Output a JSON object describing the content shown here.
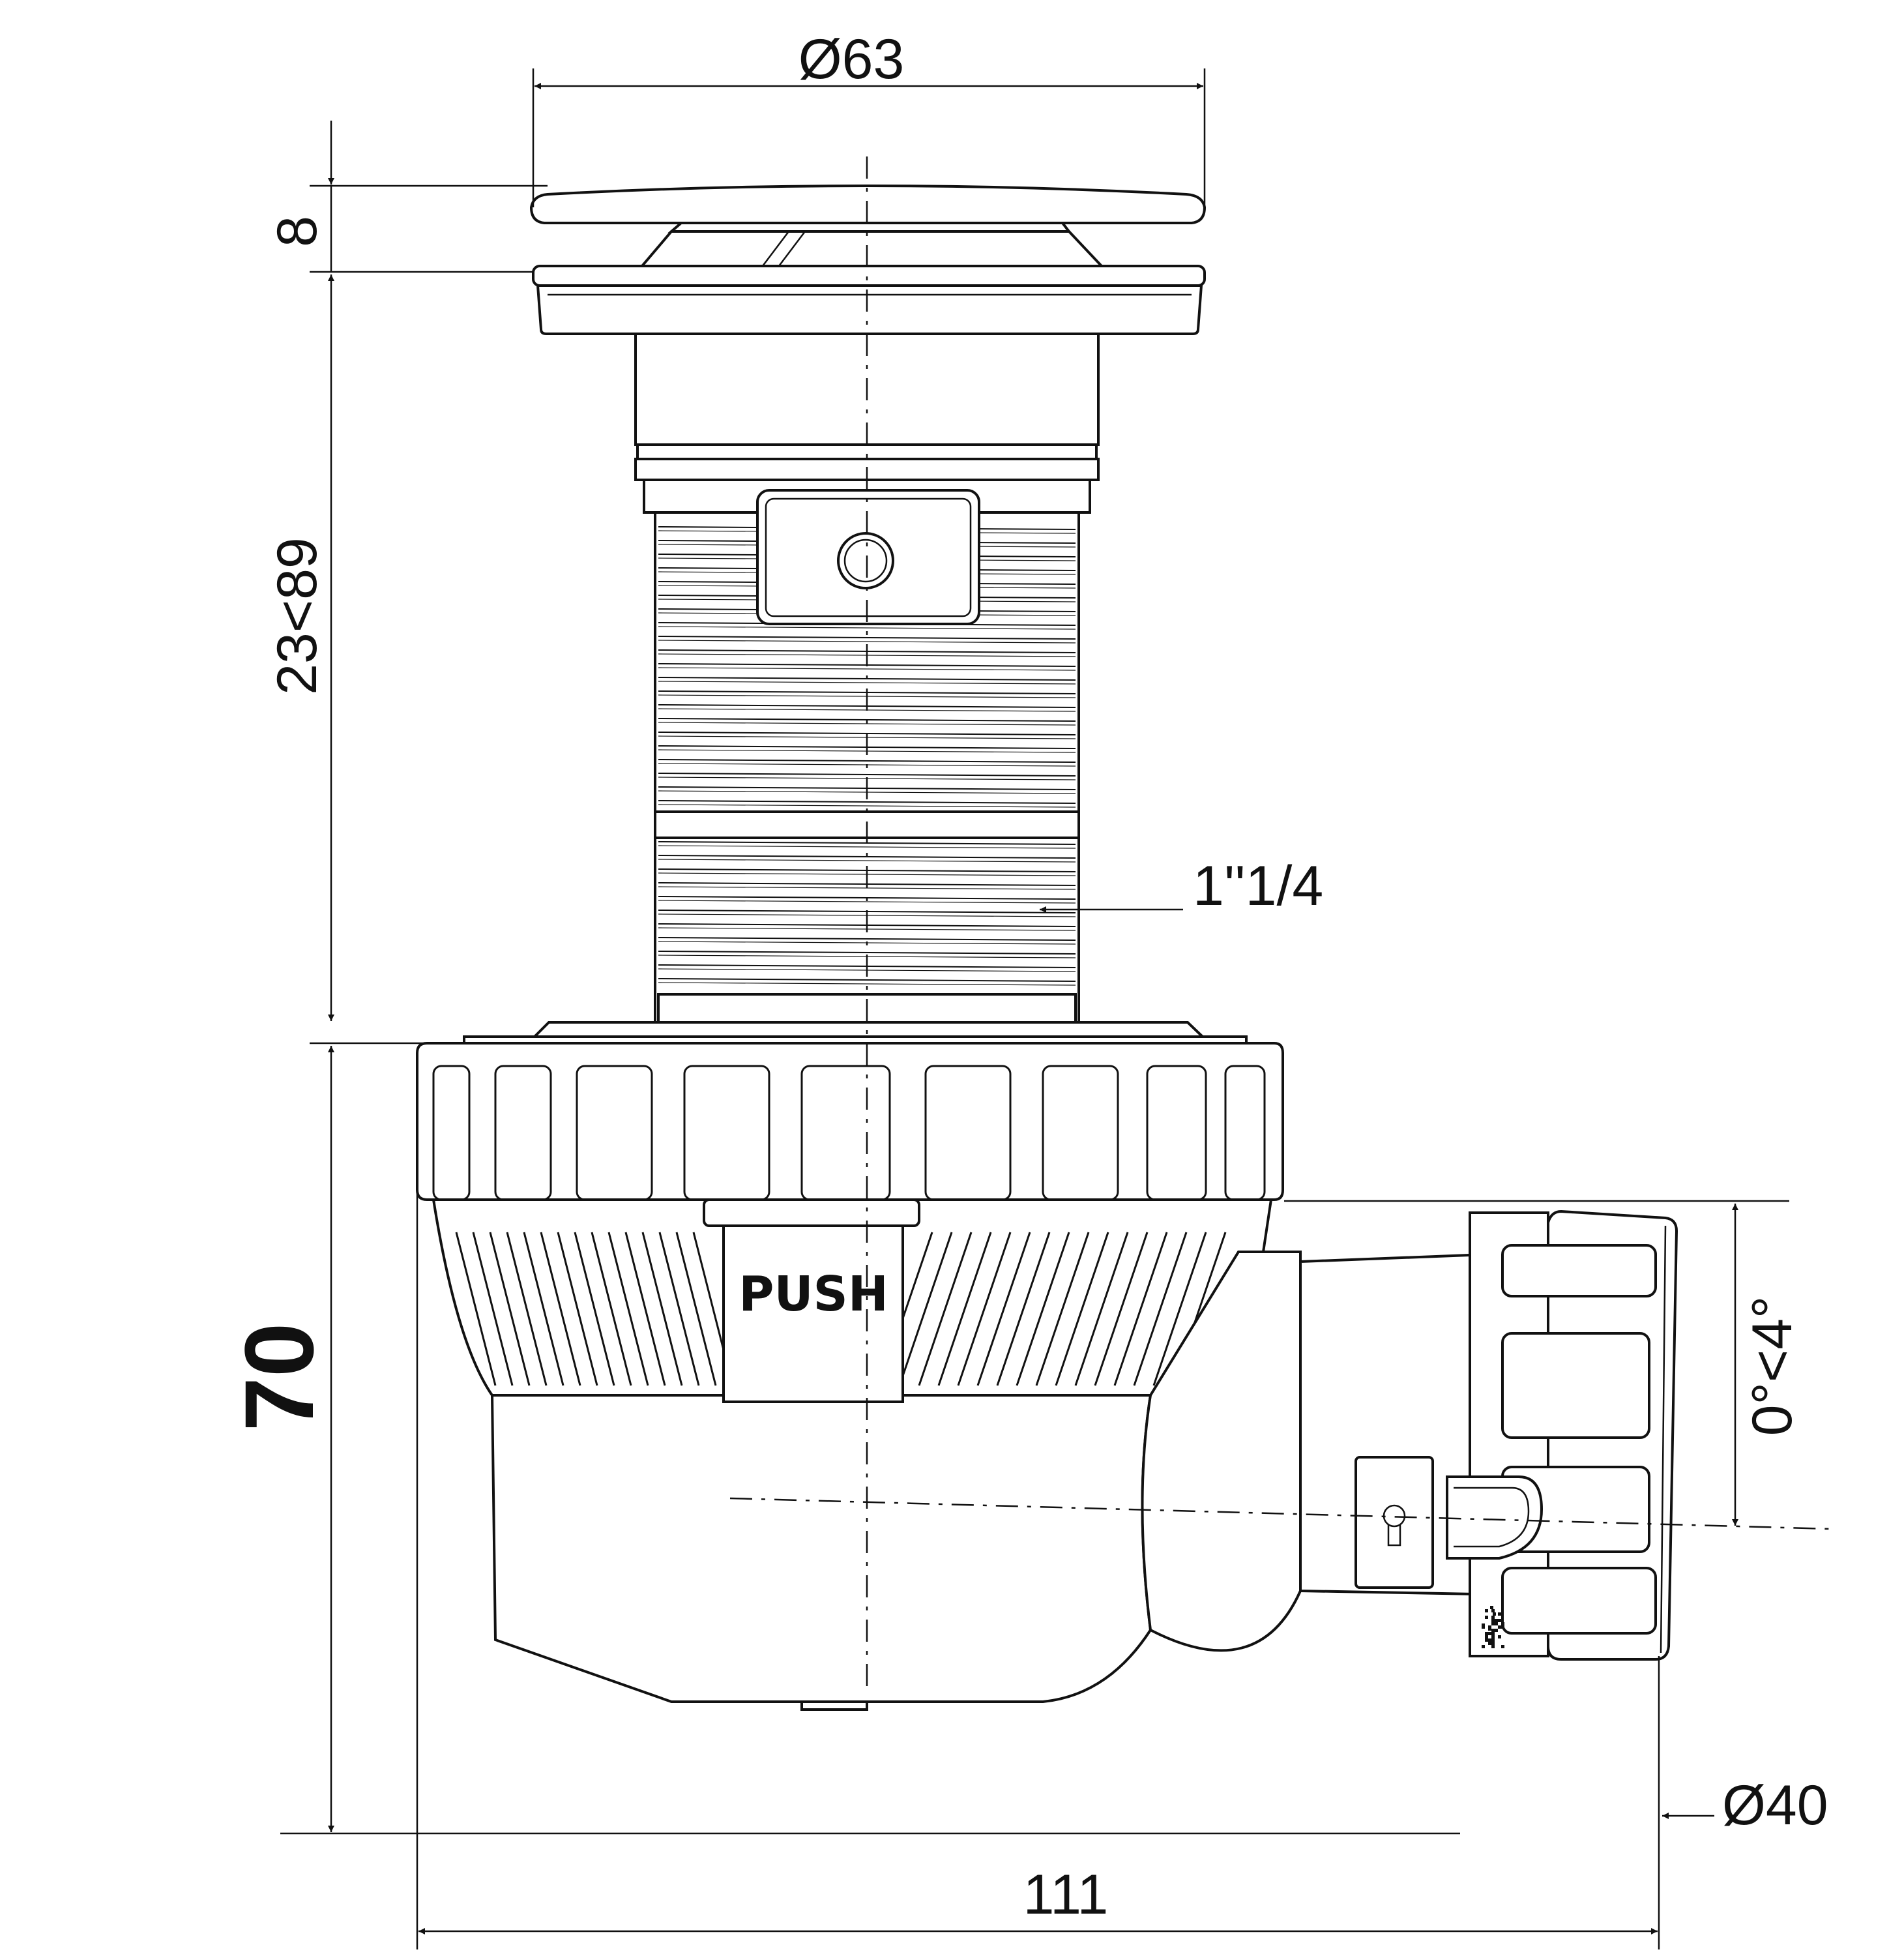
{
  "dimensions": {
    "cap_diameter": "Ø63",
    "cap_height": "8",
    "tube_length": "23<89",
    "thread": "1''1/4",
    "body_height": "70",
    "outlet_angle": "0°<4°",
    "outlet_diameter": "Ø40",
    "total_width": "111"
  },
  "body_marking": "PUSH",
  "line_color": "#111111"
}
